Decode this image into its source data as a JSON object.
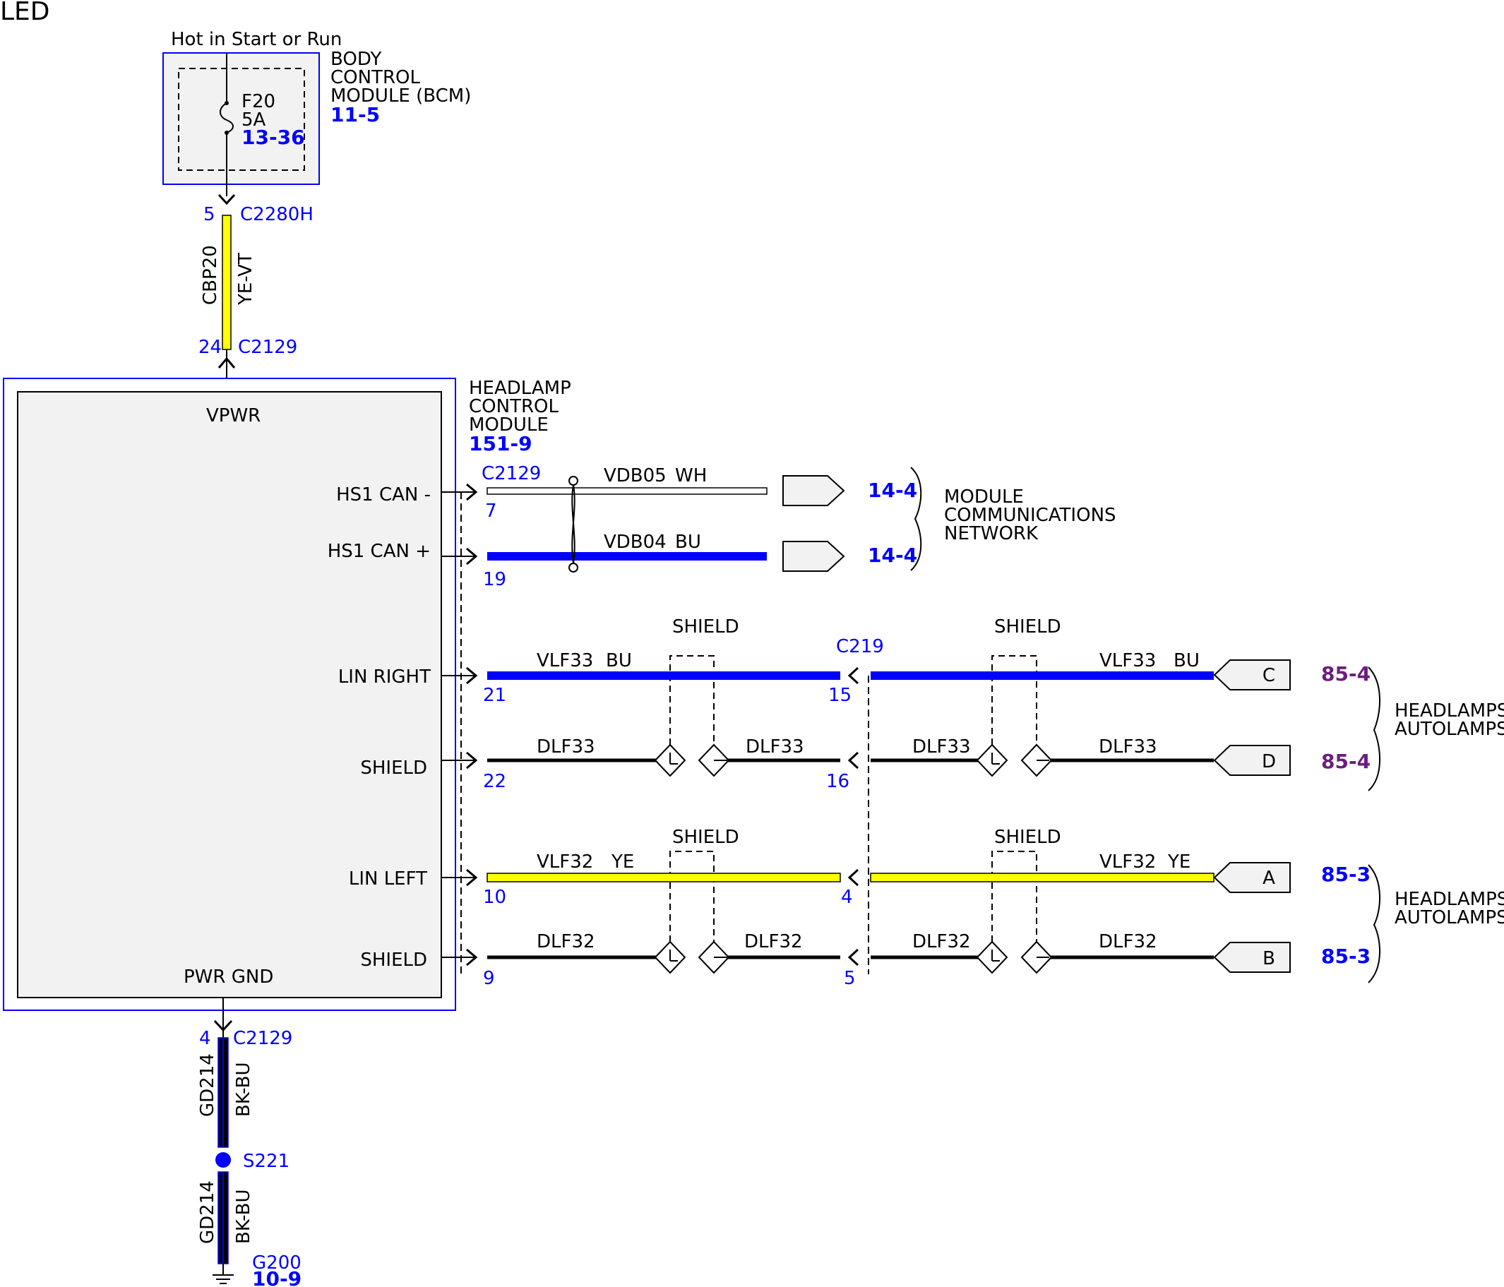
{
  "title": "LED",
  "colors": {
    "blue": "#0000ff",
    "purple": "#6b1e7f",
    "yellow": "#ffff00",
    "white": "#ffffff",
    "black": "#000000",
    "module_fill": "#f2f2f2"
  },
  "bcm": {
    "hot_label": "Hot in Start or Run",
    "name_lines": [
      "BODY",
      "CONTROL",
      "MODULE (BCM)"
    ],
    "ref": "11-5",
    "fuse": {
      "id": "F20",
      "rating": "5A",
      "ref": "13-36"
    }
  },
  "power_circuit": {
    "top_connector": {
      "pin": "5",
      "id": "C2280H"
    },
    "circuit": "CBP20",
    "color": "YE-VT",
    "bottom_connector": {
      "pin": "24",
      "id": "C2129"
    }
  },
  "hcm": {
    "name_lines": [
      "HEADLAMP",
      "CONTROL",
      "MODULE"
    ],
    "ref": "151-9",
    "pins": {
      "vpwr": "VPWR",
      "pwr_gnd": "PWR GND",
      "hs1_can_minus": "HS1 CAN -",
      "hs1_can_plus": "HS1 CAN +",
      "lin_right": "LIN RIGHT",
      "shield_right": "SHIELD",
      "lin_left": "LIN LEFT",
      "shield_left": "SHIELD"
    }
  },
  "can_network": {
    "connector": "C2129",
    "can_minus": {
      "pin": "7",
      "circuit": "VDB05",
      "color": "WH",
      "ref": "14-4"
    },
    "can_plus": {
      "pin": "19",
      "circuit": "VDB04",
      "color": "BU",
      "ref": "14-4"
    },
    "label_lines": [
      "MODULE",
      "COMMUNICATIONS",
      "NETWORK"
    ]
  },
  "lin_right": {
    "inline_connector": "C219",
    "shield_label": "SHIELD",
    "signal": {
      "pin_hcm": "21",
      "pin_inline": "15",
      "circuit": "VLF33",
      "color": "BU",
      "connector_letter": "C",
      "ref": "85-4"
    },
    "shield": {
      "pin_hcm": "22",
      "pin_inline": "16",
      "circuit": "DLF33",
      "connector_letter": "D",
      "ref": "85-4"
    },
    "label_lines": [
      "HEADLAMPS/",
      "AUTOLAMPS"
    ]
  },
  "lin_left": {
    "shield_label": "SHIELD",
    "signal": {
      "pin_hcm": "10",
      "pin_inline": "4",
      "circuit": "VLF32",
      "color": "YE",
      "connector_letter": "A",
      "ref": "85-3"
    },
    "shield": {
      "pin_hcm": "9",
      "pin_inline": "5",
      "circuit": "DLF32",
      "connector_letter": "B",
      "ref": "85-3"
    },
    "label_lines": [
      "HEADLAMPS/",
      "AUTOLAMPS"
    ]
  },
  "ground_circuit": {
    "connector": {
      "pin": "4",
      "id": "C2129"
    },
    "circuit": "GD214",
    "color": "BK-BU",
    "splice": "S221",
    "ground": {
      "id": "G200",
      "ref": "10-9"
    }
  }
}
